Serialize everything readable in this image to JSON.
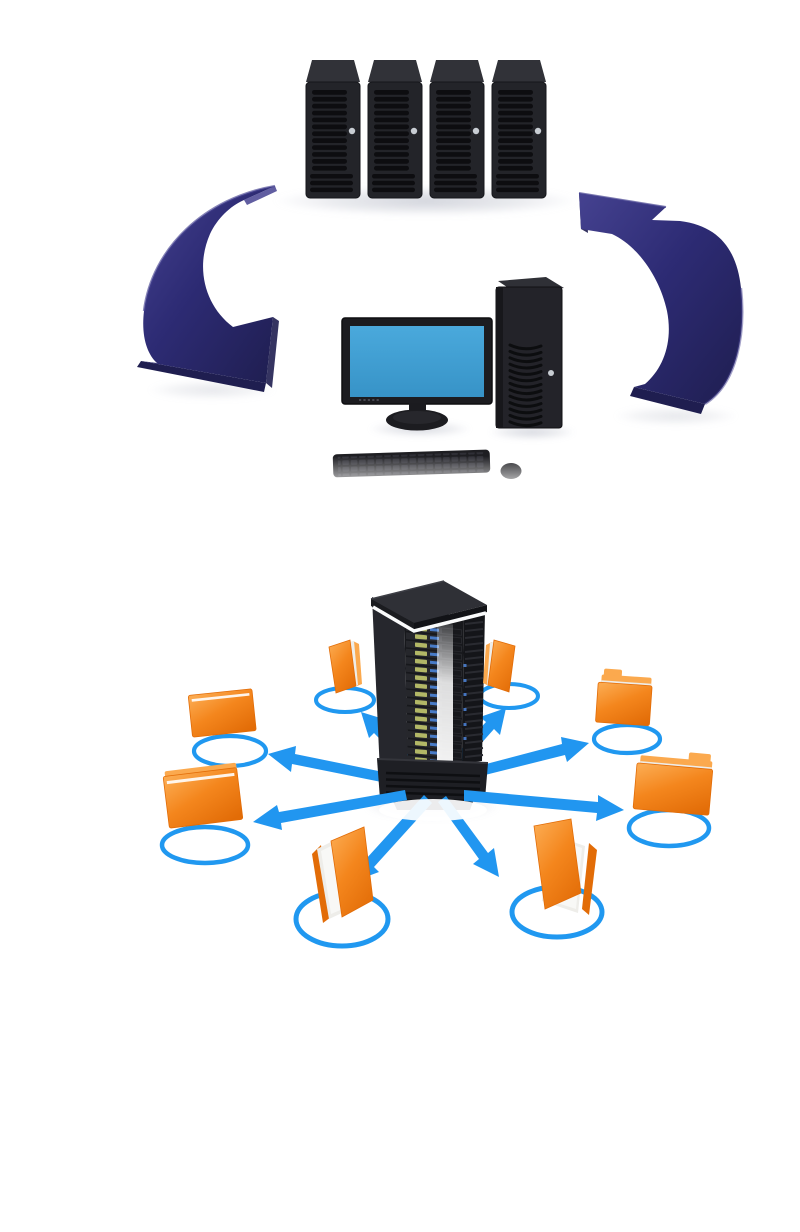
{
  "page": {
    "background": "#ffffff",
    "description": "Two 3D clip-art illustrations on white: four black server towers synchronizing with a desktop computer via two curved navy arrows, and below, a black server rack distributing files outward to eight orange folders standing in blue rings."
  },
  "sync_scene": {
    "label": "servers-computer-sync-cycle",
    "aria": "Four black server towers linked to a desktop computer by two curved dark blue arrows forming a cycle",
    "server_count": 4,
    "arrow_count": 2
  },
  "distribution_scene": {
    "label": "rack-to-folders-distribution",
    "aria": "Black server rack with eight blue arrows radiating outward to orange folders standing in blue rings",
    "folder_count": 8,
    "arrow_count": 8,
    "ring_count": 8
  },
  "colors": {
    "arrow_navy_light": "#454290",
    "arrow_navy": "#2d2b74",
    "arrow_navy_dark": "#1f1e50",
    "flow_blue": "#2196f0",
    "ring_blue": "#2098f0",
    "folder_light": "#fba94e",
    "folder_mid": "#f4861d",
    "folder_dark": "#e26c07",
    "folder_paper": "#eeede9",
    "screen_light": "#4aa9dc",
    "screen_dark": "#3793c7",
    "led_green": "#b2b766",
    "led_blue": "#4a7fd0",
    "rack_stripe": "#fafbfc",
    "button_gray": "#c8cdd3",
    "shadow_gray": "#c3c6d0"
  }
}
